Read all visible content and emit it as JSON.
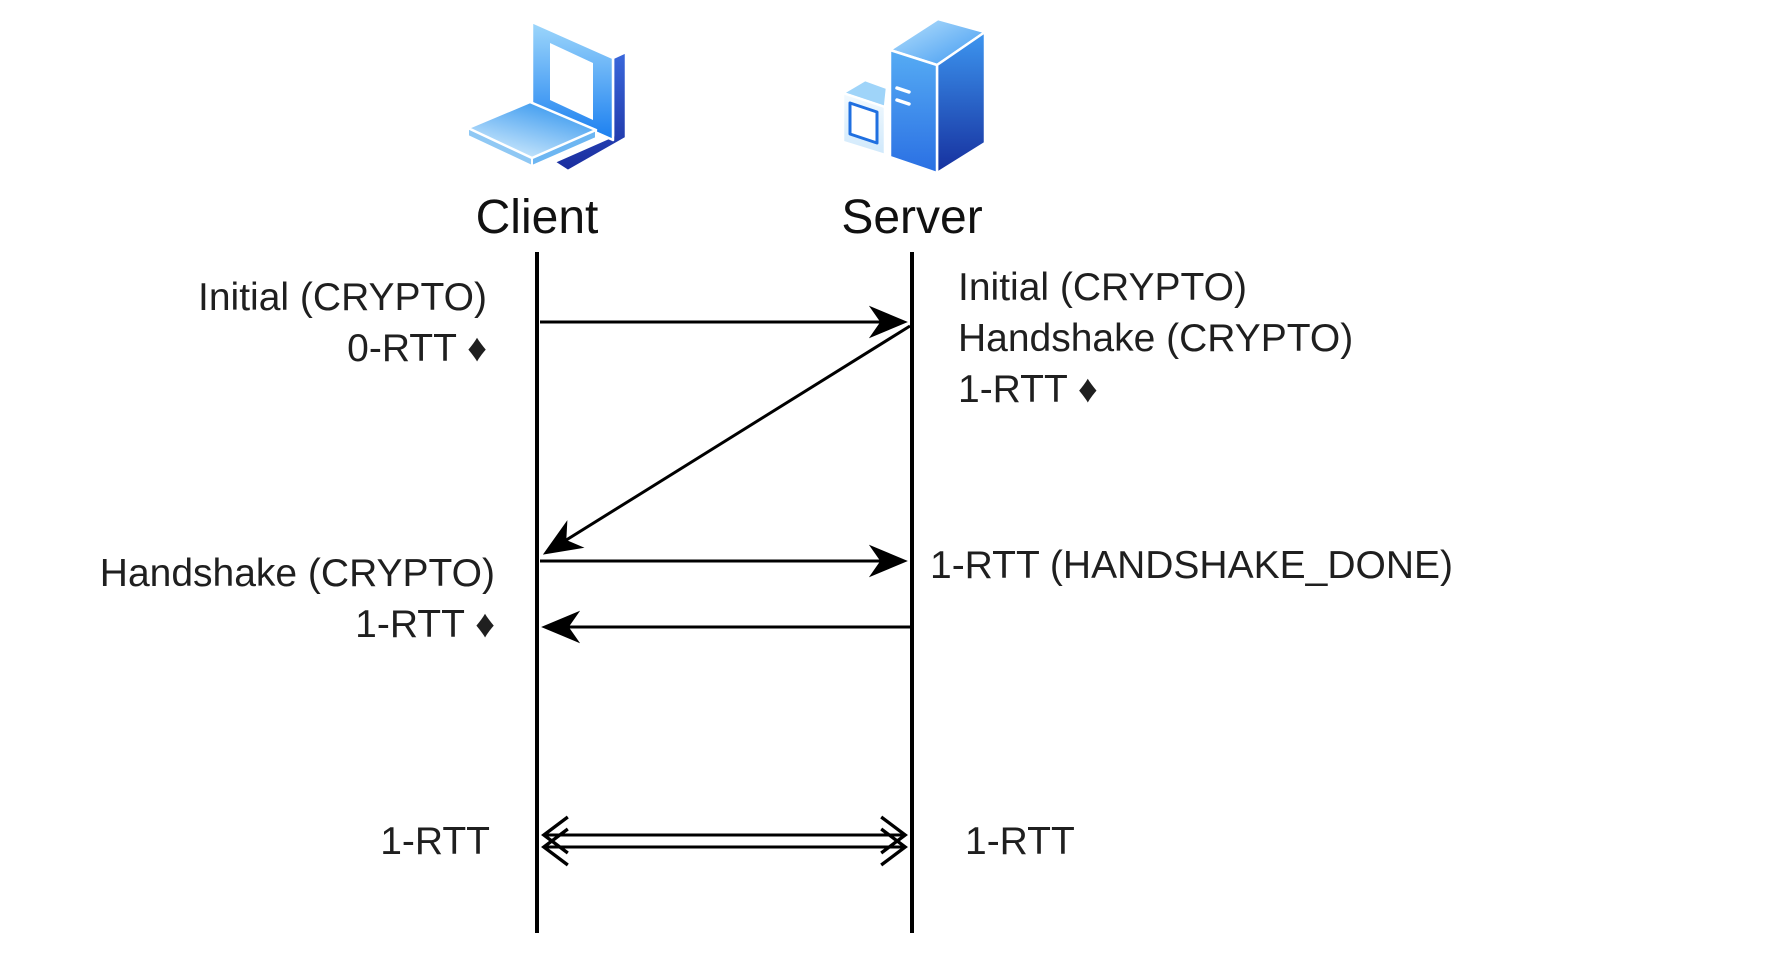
{
  "diagram": {
    "protocol_figure": "QUIC handshake sequence",
    "actors": [
      {
        "id": "client",
        "label": "Client",
        "icon": "laptop-icon"
      },
      {
        "id": "server",
        "label": "Server",
        "icon": "server-tower-icon"
      }
    ],
    "messages": [
      {
        "direction": "client-to-server",
        "left": [
          "Initial (CRYPTO)",
          "0-RTT ♦"
        ]
      },
      {
        "direction": "server-to-client",
        "right": [
          "Initial (CRYPTO)",
          "Handshake (CRYPTO)",
          "1-RTT ♦"
        ]
      },
      {
        "direction": "client-to-server",
        "left": [
          "Handshake (CRYPTO)",
          "1-RTT ♦"
        ]
      },
      {
        "direction": "server-to-client",
        "right": [
          "1-RTT (HANDSHAKE_DONE)"
        ]
      },
      {
        "direction": "bidirectional",
        "left": [
          "1-RTT"
        ],
        "right": [
          "1-RTT"
        ]
      }
    ],
    "colors": {
      "line": "#000000",
      "text": "#1f1f1f",
      "background": "#ffffff",
      "icon_blue_light": "#8ecff9",
      "icon_blue": "#2b8cf0",
      "icon_blue_deep": "#1b3fae"
    }
  }
}
